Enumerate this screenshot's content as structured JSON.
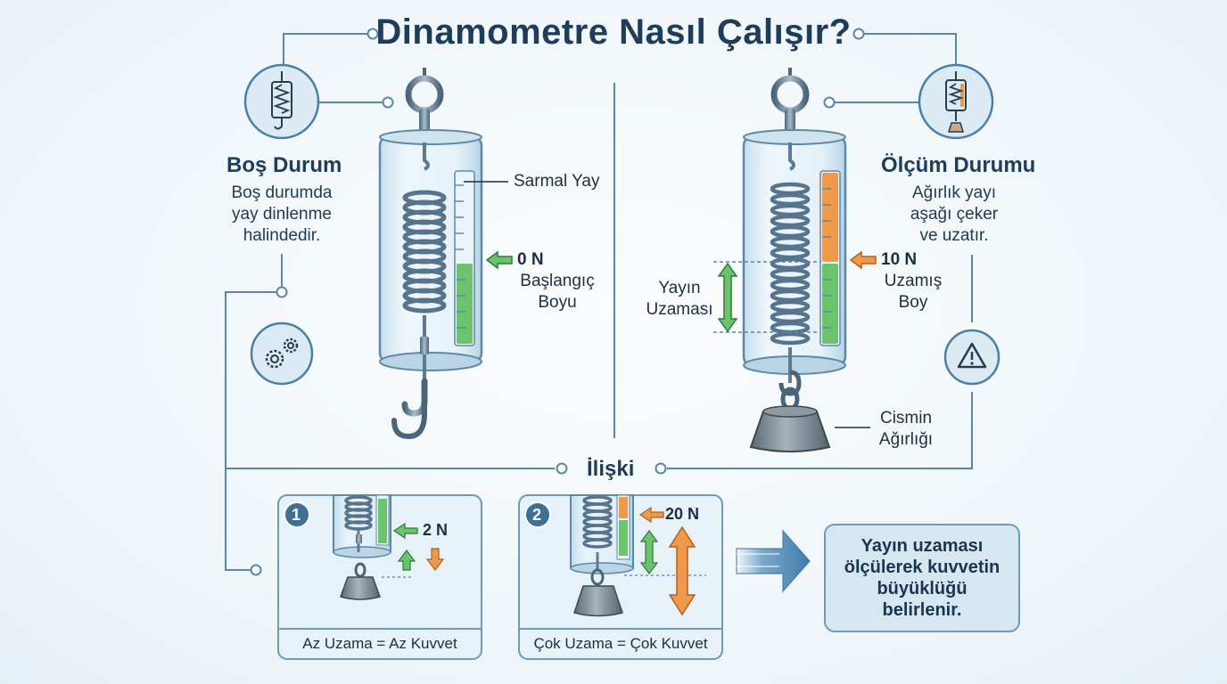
{
  "title": "Dinamometre Nasıl Çalışır?",
  "left": {
    "heading": "Boş Durum",
    "description": [
      "Boş durumda",
      "yay dinlenme",
      "halindedir."
    ],
    "spring_label": "Sarmal Yay",
    "reading": "0 N",
    "length_label": [
      "Başlangıç",
      "Boyu"
    ]
  },
  "right": {
    "heading": "Ölçüm Durumu",
    "description": [
      "Ağırlık yayı",
      "aşağı çeker",
      "ve uzatır."
    ],
    "reading": "10 N",
    "length_label": [
      "Uzamış",
      "Boy"
    ],
    "extension_label": [
      "Yayın",
      "Uzaması"
    ],
    "weight_label": [
      "Cismin",
      "Ağırlığı"
    ]
  },
  "relation": {
    "heading": "İlişki",
    "box1": {
      "number": "1",
      "reading": "2 N",
      "caption": "Az Uzama = Az Kuvvet"
    },
    "box2": {
      "number": "2",
      "reading": "20 N",
      "caption": "Çok Uzama = Çok Kuvvet"
    },
    "conclusion": [
      "Yayın uzaması",
      "ölçülerek kuvvetin",
      "büyüklüğü",
      "belirlenir."
    ]
  },
  "icons": [
    "spring-icon",
    "spring-weight-icon",
    "gears-icon",
    "warning-icon"
  ],
  "colors": {
    "accent_blue": "#4a7fa6",
    "green": "#6cc36e",
    "orange": "#f0994a",
    "line": "#5a86a8"
  }
}
